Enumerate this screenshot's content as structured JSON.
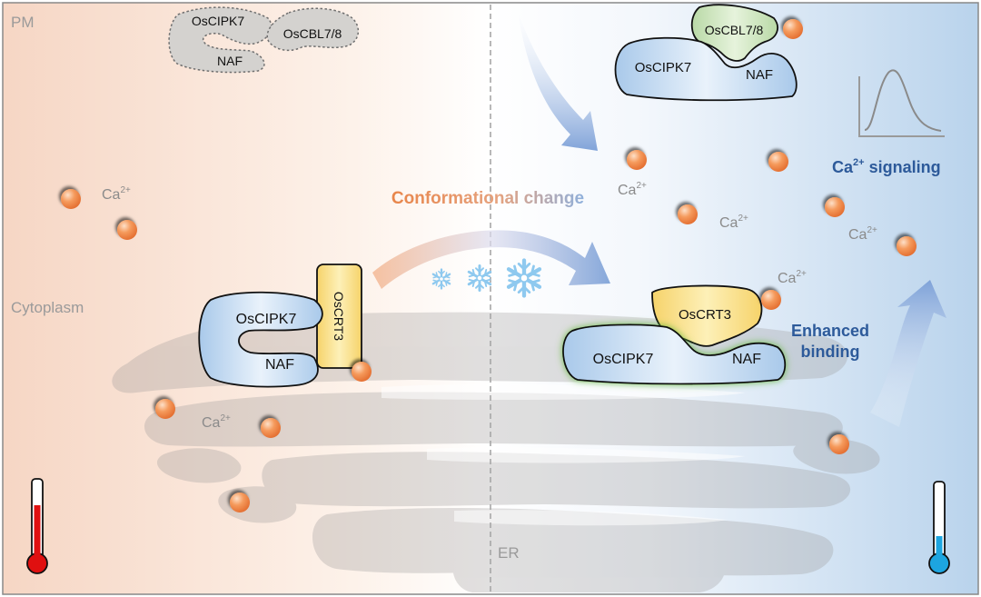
{
  "regions": {
    "pm": "PM",
    "cytoplasm": "Cytoplasm",
    "er": "ER"
  },
  "proteins": {
    "ciprk7": "OsCIPK7",
    "naf": "NAF",
    "cbl": "OsCBL7/8",
    "crt3": "OsCRT3"
  },
  "calcium": {
    "base": "Ca",
    "charge": "2+"
  },
  "annotations": {
    "conformational_change": "Conformational change",
    "ca_signaling_charge": "2+",
    "ca_signaling_text": " signaling",
    "enhanced_line1": "Enhanced",
    "enhanced_line2": "binding"
  },
  "colors": {
    "warm_bg": "#f6d6c4",
    "cool_bg": "#bcd5ec",
    "protein_blue": "#b3d0ec",
    "cbl_green": "#c4dfb4",
    "crt3_yellow": "#f7d772",
    "inactive_gray": "#d4d2cf",
    "ca_ion": "#f0864a",
    "accent_blue": "#2d5a9a",
    "accent_orange": "#e5884a",
    "thermo_red": "#e01010",
    "thermo_blue": "#1da5e0"
  },
  "icons": [
    "snowflake-icon",
    "thermometer-hot-icon",
    "thermometer-cold-icon",
    "calcium-transient-graph-icon"
  ]
}
